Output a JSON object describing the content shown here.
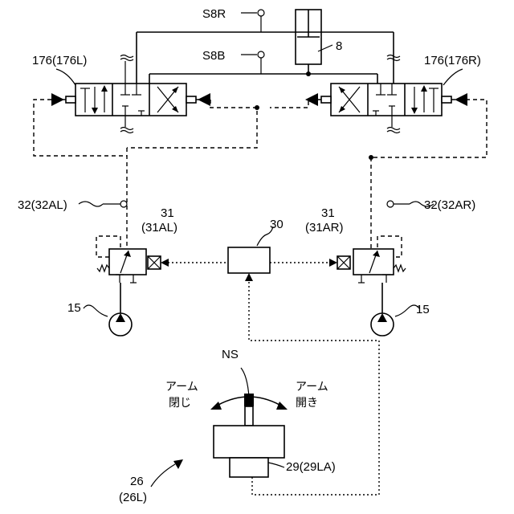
{
  "labels": {
    "s8r": "S8R",
    "s8b": "S8B",
    "cyl": "8",
    "valve_left": "176(176L)",
    "valve_right": "176(176R)",
    "sensor_left": "32(32AL)",
    "sensor_right": "32(32AR)",
    "ctrl_left_a": "31",
    "ctrl_left_b": "(31AL)",
    "ctrl_right_a": "31",
    "ctrl_right_b": "(31AR)",
    "controller": "30",
    "pump_left": "15",
    "pump_right": "15",
    "ns": "NS",
    "arm_close_a": "アーム",
    "arm_close_b": "閉じ",
    "arm_open_a": "アーム",
    "arm_open_b": "開き",
    "sensor29": "29(29LA)",
    "device_a": "26",
    "device_b": "(26L)"
  }
}
